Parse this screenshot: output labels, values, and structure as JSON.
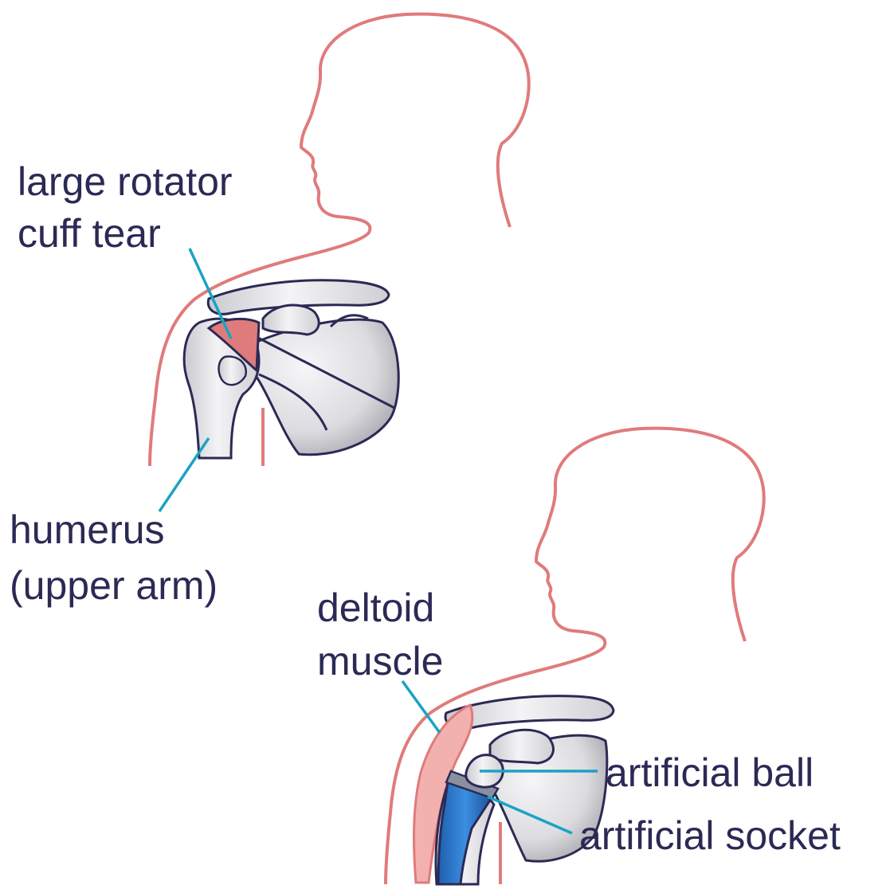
{
  "diagram": {
    "colors": {
      "outline": "#e07b7b",
      "bone_stroke": "#2b2a55",
      "tear_fill": "#e07b7b",
      "muscle_fill": "#f2b1ae",
      "leader": "#1aa3c4",
      "implant": "#2a6fc4",
      "text": "#2b2a55"
    },
    "figure_before": {
      "label_tear_line1": "large rotator",
      "label_tear_line2": "cuff tear",
      "label_humerus_line1": "humerus",
      "label_humerus_line2": "(upper arm)"
    },
    "figure_after": {
      "label_deltoid_line1": "deltoid",
      "label_deltoid_line2": "muscle",
      "label_ball": "artificial ball",
      "label_socket": "artificial socket"
    }
  }
}
